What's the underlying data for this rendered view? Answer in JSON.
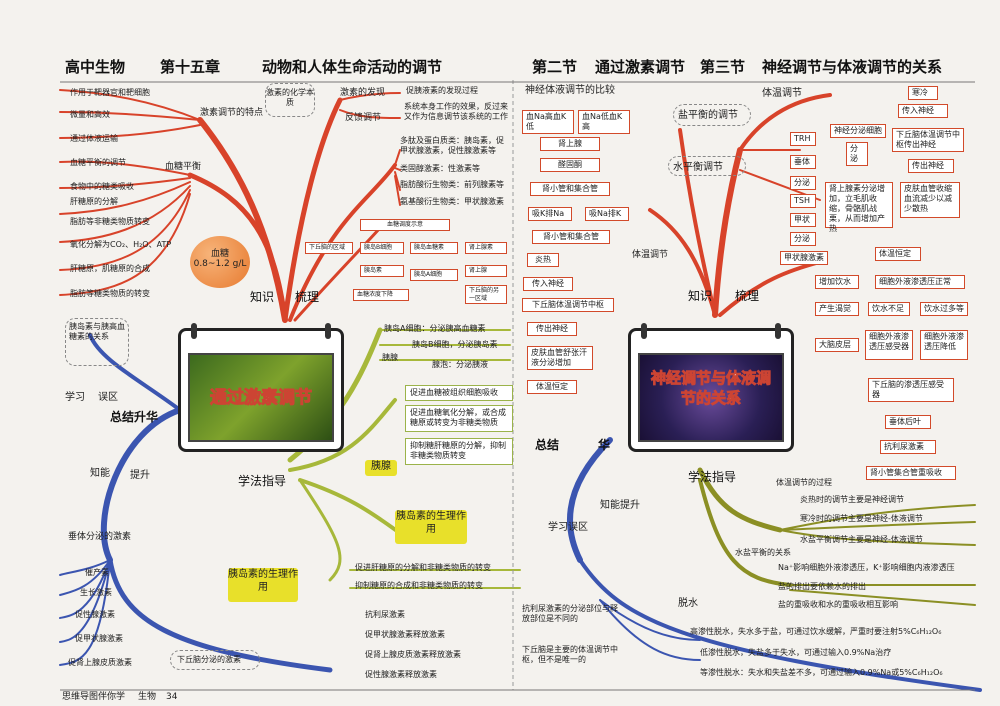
{
  "header": {
    "l1": "高中生物",
    "l2": "第十五章",
    "l3": "动物和人体生命活动的调节",
    "r1": "第二节",
    "r2": "通过激素调节",
    "r3": "第三节",
    "r4": "神经调节与体液调节的关系"
  },
  "left": {
    "hormone_traits": {
      "title": "激素调节的特点",
      "items": [
        "作用于靶器官和靶细胞",
        "微量和高效",
        "通过体液运输"
      ]
    },
    "blood_sugar": {
      "title": "血糖平衡",
      "items": [
        "血糖平衡的调节",
        "食物中的糖类吸收",
        "肝糖原的分解",
        "脂肪等非糖类物质转变",
        "氧化分解为CO₂、H₂O、ATP",
        "肝糖原，肌糖原的合成",
        "脂肪等糖类物质的转变"
      ],
      "ball": "血糖",
      "ball_sub": "0.8~1.2 g/L"
    },
    "essence": "激素的化学本质",
    "discovery": {
      "title": "激素的发现",
      "text": "促胰液素的发现过程"
    },
    "feedback": {
      "title": "反馈调节",
      "text": "系统本身工作的效果，反过来又作为信息调节该系统的工作"
    },
    "chem": [
      "多肽及蛋白质类：胰岛素，促甲状腺激素，促性腺激素等",
      "类固醇激素：性激素等",
      "脂肪酸衍生物类：前列腺素等",
      "氨基酸衍生物类：甲状腺激素"
    ],
    "flow": {
      "title": "血糖调度示意",
      "a1": "下丘脑的区域",
      "a2": "胰岛B细胞",
      "a3": "胰岛素",
      "a4": "血糖浓度下降",
      "b2": "胰岛血糖素",
      "b3": "胰岛A细胞",
      "c2": "肾上腺素",
      "c3": "肾上腺",
      "c4": "下丘脑的另一区域"
    },
    "knowledge": "知识",
    "sort": "梳理",
    "pancreas": {
      "a": "胰岛A细胞：分泌胰高血糖素",
      "b": "胰岛B细胞，分泌胰岛素",
      "gland": "胰腺",
      "c": "腺泡：分泌胰液"
    },
    "insulin": {
      "p1": "促进血糖被组织细胞吸收",
      "p2": "促进血糖氧化分解，或合成糖原或转变为非糖类物质",
      "p3": "抑制糖肝糖原的分解，抑制非糖类物质转变"
    },
    "pancreas_tag": "胰腺",
    "insulin_tag": "胰岛素的生理作用",
    "banner": "通过激素调节",
    "summary": "总结升华",
    "study": "学习",
    "error": "误区",
    "rel": "胰岛素与胰高血糖素的关系",
    "abil": "知能",
    "promote": "提升",
    "method": "学法指导",
    "glucagon_tag": "胰岛素的生理作用",
    "glucagon": [
      "促进肝糖原的分解和非糖类物质的转变",
      "抑制糖原的合成和非糖类物质的转变"
    ],
    "pituitary": {
      "title": "垂体分泌的激素",
      "items": [
        "催产素",
        "生长激素",
        "促性腺激素",
        "促甲状腺激素",
        "促肾上腺皮质激素"
      ]
    },
    "hypo": {
      "title": "下丘脑分泌的激素",
      "items": [
        "抗利尿激素",
        "促甲状腺激素释放激素",
        "促肾上腺皮质激素释放激素",
        "促性腺激素释放激素"
      ]
    }
  },
  "right": {
    "compare": "神经体液调节的比较",
    "salt": "盐平衡的调节",
    "water": "水平衡调节",
    "temp": "体温调节",
    "wbox": [
      "血Na高血K低",
      "血Na低血K高",
      "肾上腺",
      "醛固酮",
      "肾小管和集合管",
      "吸K排Na",
      "吸Na排K",
      "肾小管和集合管"
    ],
    "tbox": [
      "炎热",
      "传入神经",
      "下丘脑体温调节中枢",
      "传出神经",
      "皮肤血管舒张汗液分泌增加",
      "体温恒定"
    ],
    "cold": [
      "寒冷",
      "传入神经",
      "下丘脑体温调节中枢传出神经",
      "神经分泌细胞",
      "分泌",
      "TRH",
      "垂体",
      "分泌",
      "TSH",
      "甲状",
      "分泌",
      "甲状腺激素",
      "传出神经",
      "肾上腺素分泌增加，立毛肌收缩，骨骼肌战栗，从而增加产热",
      "皮肤血管收缩血流减少以减少散热",
      "体温恒定"
    ],
    "wt": [
      "增加饮水",
      "细胞外液渗透压正常",
      "产生渴觉",
      "饮水不足",
      "饮水过多等",
      "大脑皮层",
      "细胞外液渗透压感受器",
      "细胞外液渗透压降低",
      "下丘脑的渗透压感受器",
      "垂体后叶",
      "抗利尿激素",
      "肾小管集合管重吸收"
    ],
    "knowledge": "知识",
    "sort": "梳理",
    "banner": "神经调节与体液调节的关系",
    "summary": "总结",
    "hua": "华",
    "method": "学法指导",
    "abil": "知能提升",
    "study": "学习误区",
    "note1": "抗利尿激素的分泌部位与释放部位是不同的",
    "note2": "下丘脑是主要的体温调节中枢，但不是唯一的",
    "tproc": {
      "title": "体温调节的过程",
      "items": [
        "炎热时的调节主要是神经调节",
        "寒冷时的调节主要是神经-体液调节",
        "水盐平衡调节主要是神经-体液调节"
      ]
    },
    "wsalt": {
      "title": "水盐平衡的关系",
      "items": [
        "Na⁺影响细胞外液渗透压，K⁺影响细胞内液渗透压",
        "盐的排出要依赖水的排出",
        "盐的重吸收和水的重吸收相互影响"
      ]
    },
    "dehyd": {
      "title": "脱水",
      "items": [
        "高渗性脱水，失水多于盐，可通过饮水缓解，严重时要注射5%C₆H₁₂O₆",
        "低渗性脱水，失盐多于失水，可通过输入0.9%Na治疗",
        "等渗性脱水：失水和失盐差不多，可通过输入0.9%Na或5%C₆H₁₂O₆"
      ]
    }
  },
  "footer": {
    "book": "思维导图伴你学",
    "subject": "生物",
    "page": "34"
  }
}
